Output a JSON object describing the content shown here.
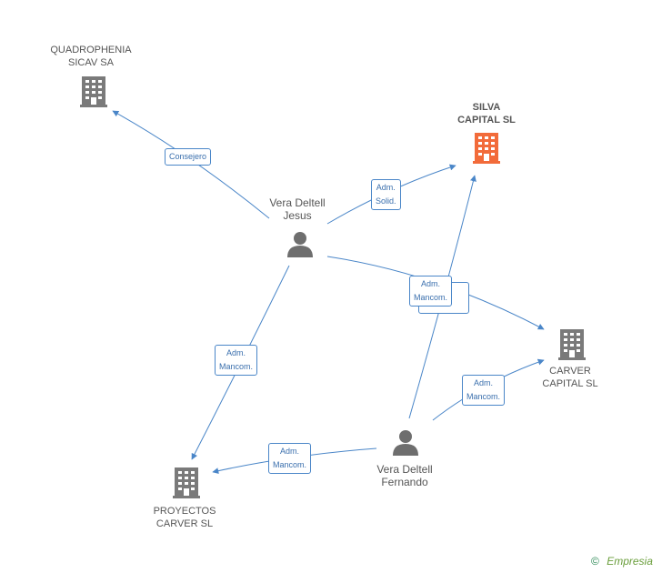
{
  "nodes": {
    "quadrophenia": {
      "line1": "QUADROPHENIA",
      "line2": "SICAV SA"
    },
    "silva": {
      "line1": "SILVA",
      "line2": "CAPITAL SL"
    },
    "carver": {
      "line1": "CARVER",
      "line2": "CAPITAL SL"
    },
    "proyectos": {
      "line1": "PROYECTOS",
      "line2": "CARVER SL"
    },
    "jesus": {
      "line1": "Vera Deltell",
      "line2": "Jesus"
    },
    "fernando": {
      "line1": "Vera Deltell",
      "line2": "Fernando"
    }
  },
  "edges": {
    "consejero": {
      "line1": "Consejero"
    },
    "adm_solid": {
      "line1": "Adm.",
      "line2": "Solid."
    },
    "adm_mancom_jesus_carver": {
      "line1": "Adm.",
      "line2": "Mancom."
    },
    "adm_mancom_jesus_proyectos": {
      "line1": "Adm.",
      "line2": "Mancom."
    },
    "adm_mancom_fernando_carver": {
      "line1": "Adm.",
      "line2": "Mancom."
    },
    "adm_mancom_fernando_proyectos": {
      "line1": "Adm.",
      "line2": "Mancom."
    }
  },
  "colors": {
    "edge": "#4a86c8",
    "company": "#7a7a7a",
    "focus_company": "#f26b3a",
    "person": "#6e6e6e"
  },
  "icons": {
    "company": "building-icon",
    "person": "person-icon"
  },
  "branding": {
    "symbol": "©",
    "name": "Empresia"
  }
}
